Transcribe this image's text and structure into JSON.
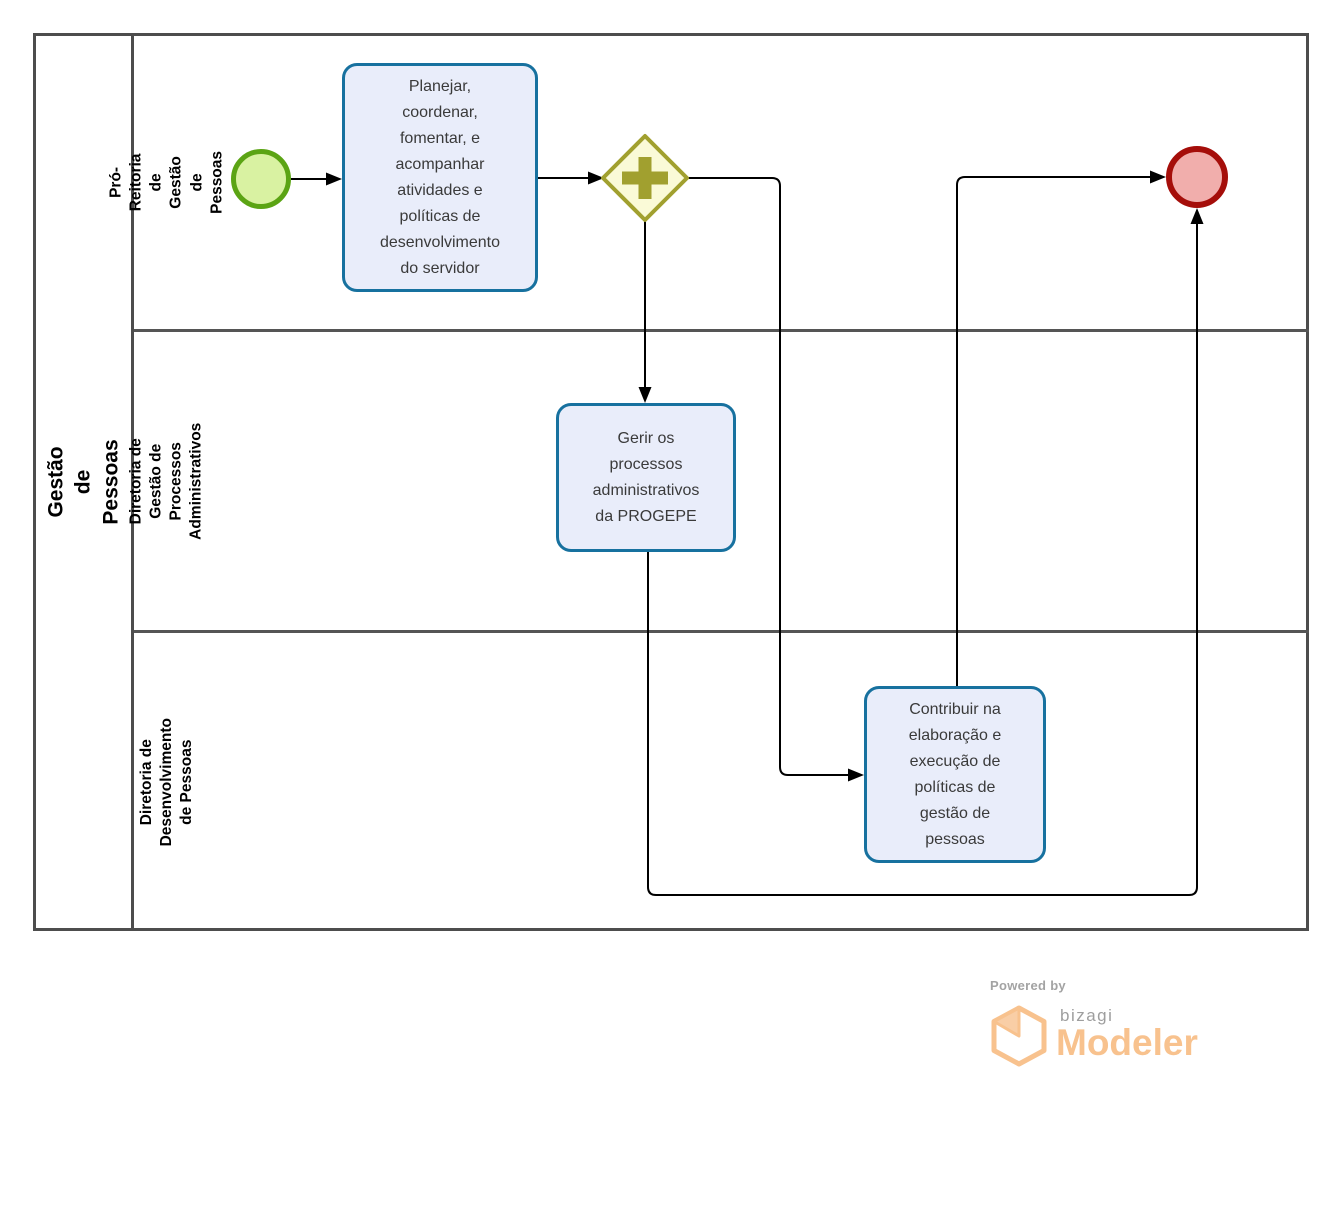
{
  "diagram": {
    "pool": {
      "label": "Gestão de Pessoas"
    },
    "lanes": [
      {
        "label": "Pró-Reitoria de Gestão de\nPessoas"
      },
      {
        "label": "Diretoria de Gestão de\nProcessos Administrativos"
      },
      {
        "label": "Diretoria de Desenvolvimento\nde Pessoas"
      }
    ],
    "tasks": [
      {
        "label": "Planejar,\ncoordenar,\nfomentar, e\nacompanhar\natividades e\npolíticas de\ndesenvolvimento\ndo servidor",
        "lane": 0
      },
      {
        "label": "Gerir os\nprocessos\nadministrativos\nda PROGEPE",
        "lane": 1
      },
      {
        "label": "Contribuir na\nelaboração e\nexecução de\npolíticas de\ngestão de\npessoas",
        "lane": 2
      }
    ],
    "events": [
      {
        "name": "start-event",
        "type": "start"
      },
      {
        "name": "end-event",
        "type": "end"
      }
    ],
    "gateways": [
      {
        "name": "parallel-gateway",
        "type": "parallel"
      }
    ]
  },
  "branding": {
    "powered_by": "Powered by",
    "brand": "bizagi",
    "product": "Modeler"
  },
  "colors": {
    "task_fill": "#e9edfa",
    "task_border": "#17719f",
    "gateway_fill": "#fafad7",
    "gateway_border": "#a1a02f",
    "start_fill": "#d9f2a2",
    "start_border": "#5ba414",
    "end_fill": "#f1aeac",
    "end_border": "#a50e0a",
    "pool_border": "#4d4d4d",
    "connector": "#000000",
    "logo_orange": "#f8c28e",
    "logo_gray": "#9e9e9e"
  }
}
